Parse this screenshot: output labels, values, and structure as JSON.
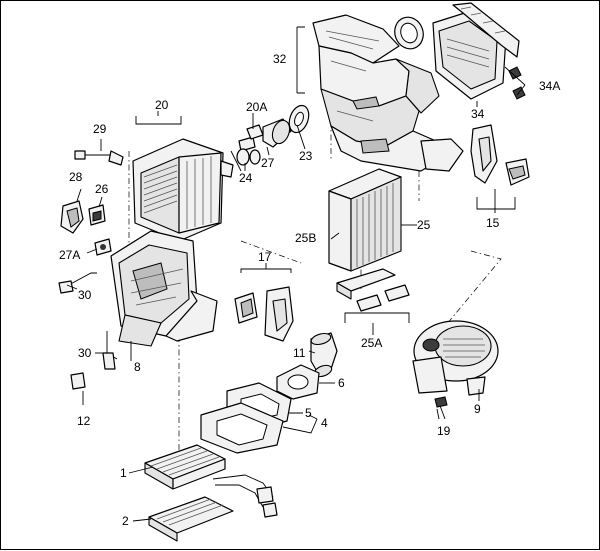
{
  "labels": {
    "l1": "1",
    "l2": "2",
    "l4": "4",
    "l5": "5",
    "l6": "6",
    "l8": "8",
    "l9": "9",
    "l11": "11",
    "l12": "12",
    "l15": "15",
    "l17": "17",
    "l19": "19",
    "l20": "20",
    "l20a": "20A",
    "l23": "23",
    "l24": "24",
    "l25": "25",
    "l25a": "25A",
    "l25b": "25B",
    "l26": "26",
    "l27": "27",
    "l27a": "27A",
    "l28": "28",
    "l29": "29",
    "l30a": "30",
    "l30b": "30",
    "l32": "32",
    "l34": "34",
    "l34a": "34A"
  }
}
